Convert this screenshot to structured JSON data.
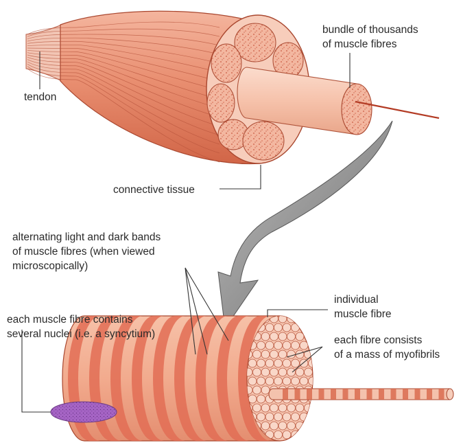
{
  "labels": {
    "tendon": "tendon",
    "bundle_1": "bundle of thousands",
    "bundle_2": "of muscle fibres",
    "connective": "connective tissue",
    "bands_1": "alternating light and dark bands",
    "bands_2": "of muscle fibres (when viewed",
    "bands_3": "microscopically)",
    "nuclei_1": "each muscle fibre contains",
    "nuclei_2": "several nuclei (i.e. a syncytium)",
    "fibre_1": "individual",
    "fibre_2": "muscle fibre",
    "myo_1": "each fibre consists",
    "myo_2": "of a mass of myofibrils"
  },
  "colors": {
    "muscle_light": "#f7cbb8",
    "muscle_mid": "#ec9a7c",
    "muscle_dark": "#d8664a",
    "band_dark": "#e26d55",
    "nucleus": "#9a55b8",
    "arrow": "#8a8a8a",
    "outline": "#8b3a26"
  }
}
